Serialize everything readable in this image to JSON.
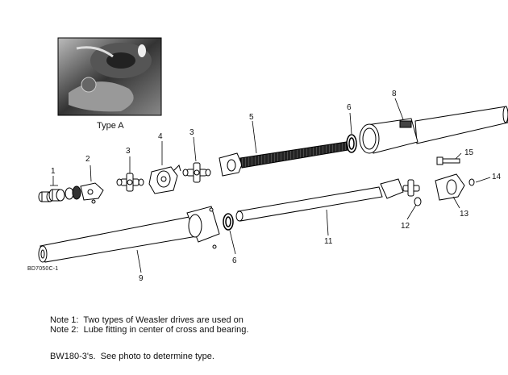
{
  "photo": {
    "caption": "Type A"
  },
  "part_code": "BD7050C-1",
  "callouts": [
    "1",
    "2",
    "3",
    "4",
    "3",
    "5",
    "6",
    "8",
    "15",
    "14",
    "13",
    "12",
    "11",
    "6",
    "9"
  ],
  "notes": {
    "note1_line1": "Note 1:  Two types of Weasler drives are used on",
    "note1_line2": "BW180-3's.  See photo to determine type.",
    "note2": "Note 2:  Lube fitting in center of cross and bearing."
  }
}
